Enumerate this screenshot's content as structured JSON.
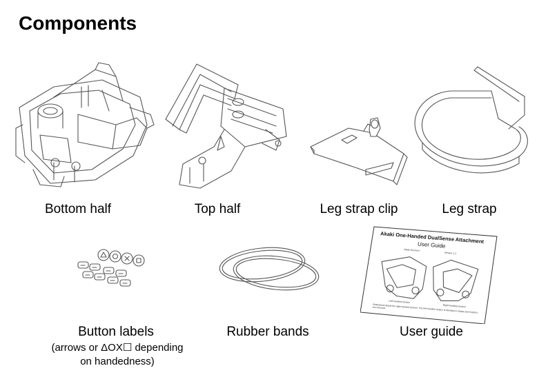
{
  "page": {
    "title": "Components"
  },
  "components": [
    {
      "id": "bottom-half",
      "label": "Bottom half"
    },
    {
      "id": "top-half",
      "label": "Top half"
    },
    {
      "id": "leg-strap-clip",
      "label": "Leg strap clip"
    },
    {
      "id": "leg-strap",
      "label": "Leg strap"
    },
    {
      "id": "button-labels",
      "label": "Button labels",
      "note_line1": "(arrows or ΔOX☐ depending",
      "note_line2": "on handedness)"
    },
    {
      "id": "rubber-bands",
      "label": "Rubber bands"
    },
    {
      "id": "user-guide",
      "label": "User guide"
    }
  ],
  "user_guide_cover": {
    "title": "Akaki One-Handed DualSense Attachment",
    "subtitle": "User Guide",
    "author": "Akaki Kuumeri",
    "version": "Version 1.1",
    "caption_left": "Left-handed version",
    "caption_right": "Right-handed version",
    "note": "Illustrations depict the right-handed version. The left-handed version is identical in shape and function, but mirrored."
  }
}
